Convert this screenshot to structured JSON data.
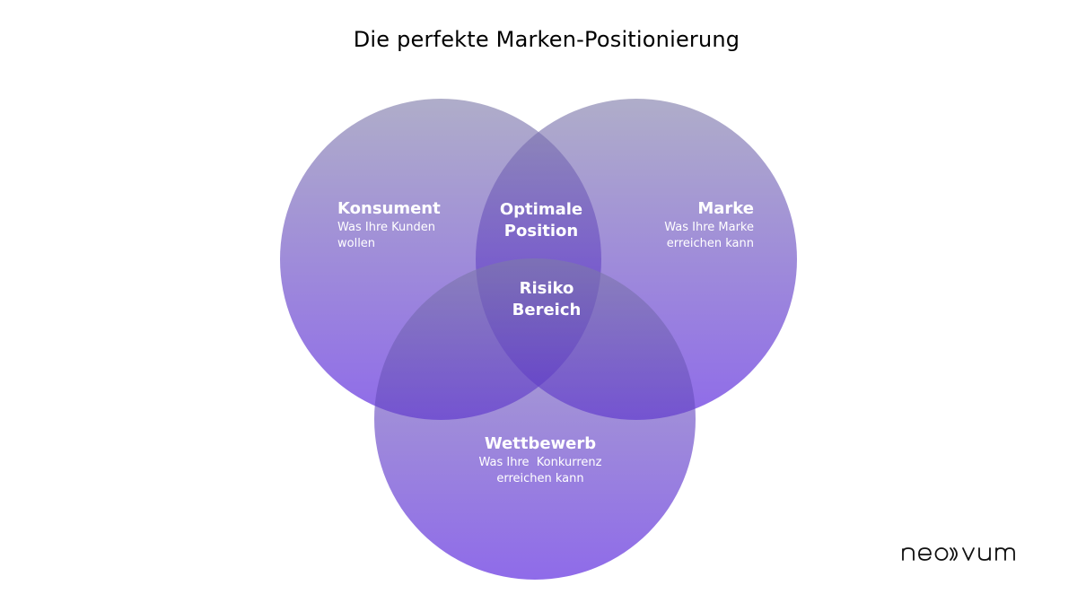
{
  "title": "Die perfekte Marken-Positionierung",
  "colors": {
    "circle_top": "#7e7ba8",
    "circle_bottom": "#4a10dc",
    "text": "#ffffff"
  },
  "circles": [
    {
      "id": "konsument",
      "heading": "Konsument",
      "sub": "Was Ihre Kunden\nwollen"
    },
    {
      "id": "marke",
      "heading": "Marke",
      "sub": "Was Ihre Marke\nerreichen kann"
    },
    {
      "id": "wettbewerb",
      "heading": "Wettbewerb",
      "sub": "Was Ihre  Konkurrenz\nerreichen kann"
    }
  ],
  "overlaps": {
    "optimal": "Optimale\nPosition",
    "risk": "Risiko\nBereich"
  },
  "logo": {
    "text": "neovum",
    "icon": "neovum-logo"
  }
}
